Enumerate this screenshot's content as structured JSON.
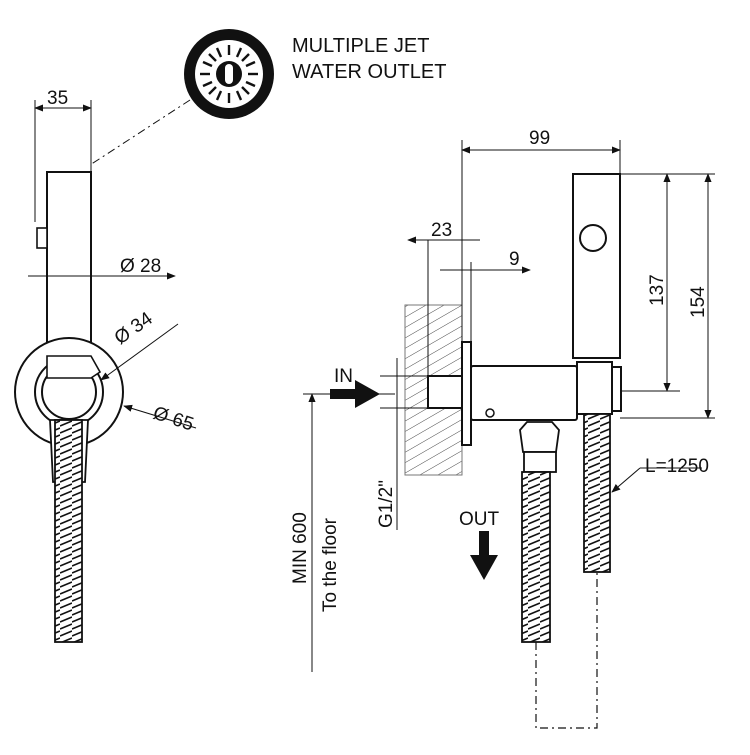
{
  "callout": {
    "line1": "MULTIPLE JET",
    "line2": "WATER OUTLET"
  },
  "dimensions": {
    "handset_width": "35",
    "handset_diameter": "Ø 28",
    "holder_diameter": "Ø 34",
    "plate_diameter": "Ø 65",
    "overall_depth": "99",
    "wall_offset": "23",
    "plate_thickness": "9",
    "handset_length": "137",
    "overall_height": "154",
    "inlet_thread": "G1/2\"",
    "hose_length": "L=1250",
    "min_height_1": "MIN 600",
    "min_height_2": "To the floor"
  },
  "flow": {
    "in_label": "IN",
    "out_label": "OUT"
  }
}
